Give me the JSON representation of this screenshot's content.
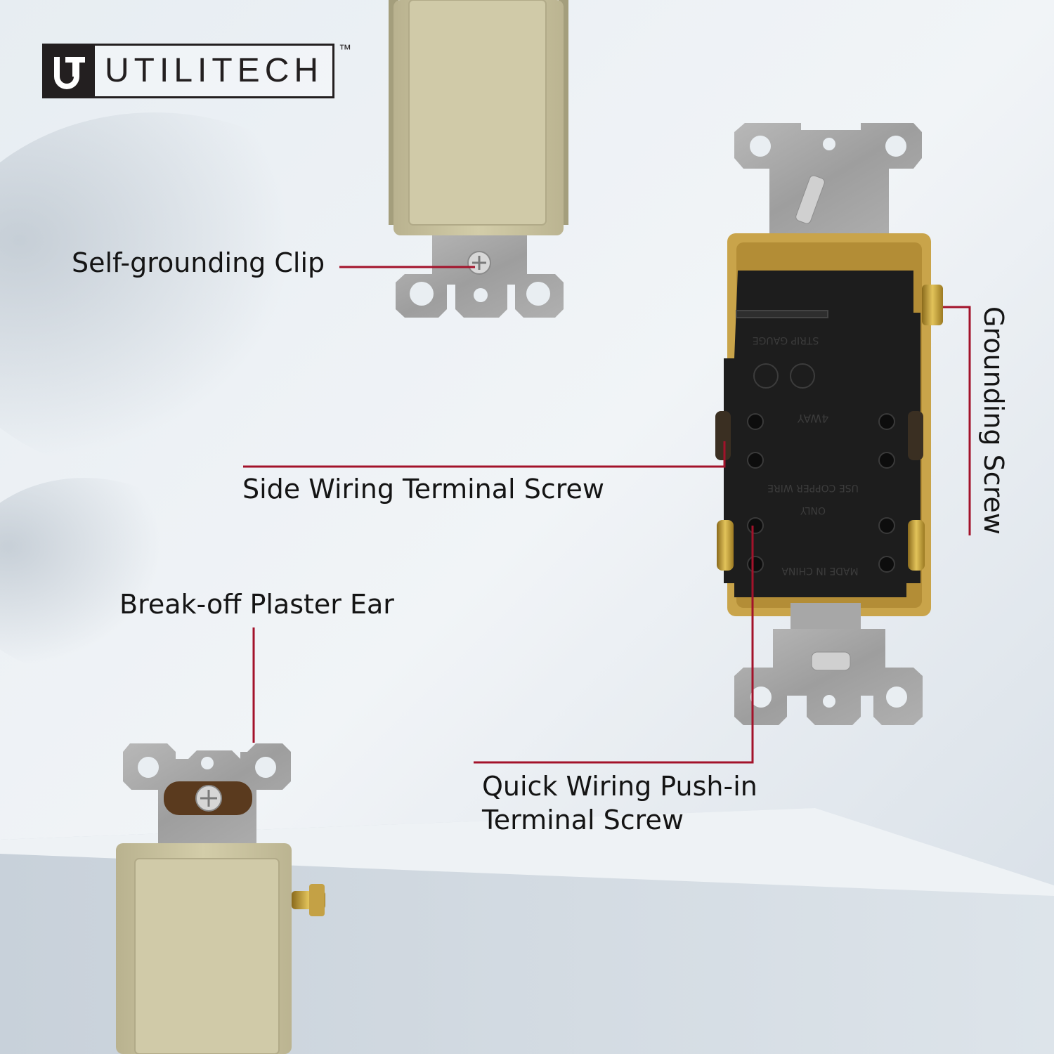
{
  "brand": {
    "name": "UTILITECH",
    "trademark": "™"
  },
  "callouts": {
    "self_grounding_clip": "Self-grounding Clip",
    "grounding_screw": "Grounding Screw",
    "side_wiring_terminal_screw": "Side Wiring Terminal Screw",
    "break_off_plaster_ear": "Break-off Plaster Ear",
    "quick_wiring_line1": "Quick Wiring Push-in",
    "quick_wiring_line2": "Terminal Screw"
  },
  "switch_back_markings": {
    "strip_gauge": "STRIP GAUGE",
    "way": "4WAY",
    "copper": "USE COPPER WIRE",
    "only": "ONLY",
    "made_in": "MADE IN CHINA"
  },
  "colors": {
    "leader_line": "#a3122a",
    "switch_body": "#c9c3a0",
    "metal_strap": "#a9a9a9",
    "switch_back": "#1b1b1b"
  }
}
